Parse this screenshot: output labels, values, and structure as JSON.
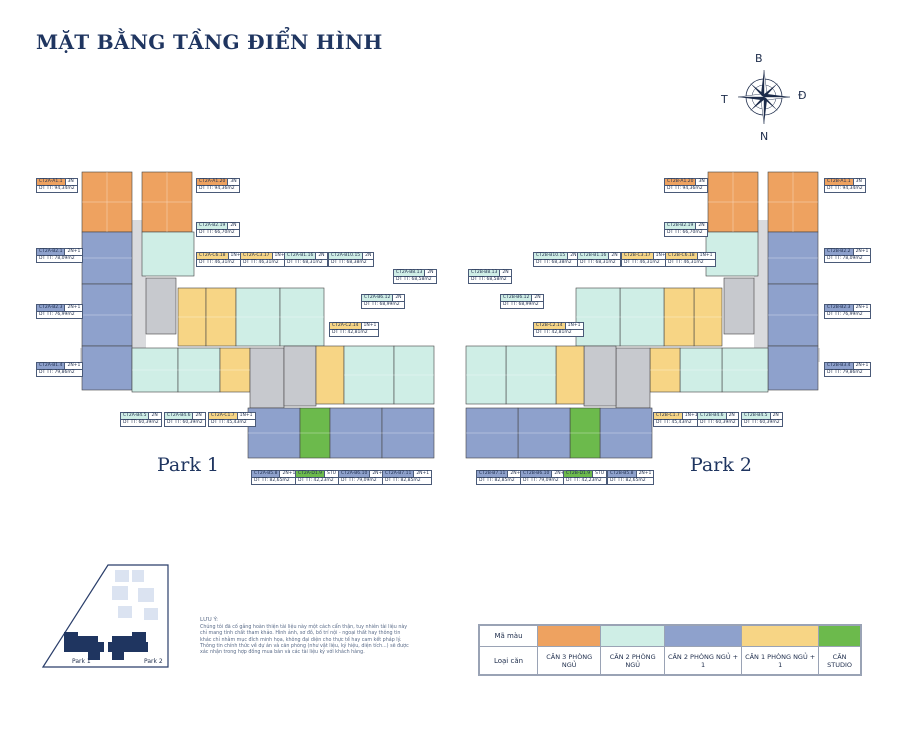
{
  "title": "MẶT BẰNG TẦNG ĐIỂN HÌNH",
  "compass": {
    "north": "B",
    "east": "Đ",
    "west": "T",
    "south": "N"
  },
  "parks": [
    "Park 1",
    "Park 2"
  ],
  "colors": {
    "orange": "#eea260",
    "mint": "#cfeee6",
    "blue": "#8ea1cc",
    "yellow": "#f7d585",
    "green": "#6cba4c",
    "core": "#c7c9ce",
    "corridor": "#d9dadd"
  },
  "park1_tags": [
    {
      "code": "CT2A-A1.1",
      "type": "3N",
      "area": "DT TT: 94,34m2",
      "color": "orange"
    },
    {
      "code": "CT2A-A1.20",
      "type": "3N",
      "area": "DT TT: 94,36m2",
      "color": "orange"
    },
    {
      "code": "CT2A-B2.19",
      "type": "2N",
      "area": "DT TT: 66,70m2",
      "color": "mint"
    },
    {
      "code": "CT2A-B2.1",
      "type": "2N+1",
      "area": "DT TT: 78,09m2",
      "color": "blue"
    },
    {
      "code": "CT2A-C6.18",
      "type": "1N+1",
      "area": "DT TT: 46,31m2",
      "color": "yellow"
    },
    {
      "code": "CT2A-C3.17",
      "type": "1N+1",
      "area": "DT TT: 46,31m2",
      "color": "yellow"
    },
    {
      "code": "CT2A-B1.16",
      "type": "2N",
      "area": "DT TT: 68,31m2",
      "color": "mint"
    },
    {
      "code": "CT2A-B10.15",
      "type": "2N",
      "area": "DT TT: 68,38m2",
      "color": "mint"
    },
    {
      "code": "CT2A-B8.13",
      "type": "2N",
      "area": "DT TT: 68,58m2",
      "color": "mint"
    },
    {
      "code": "CT2A-B6.12",
      "type": "2N",
      "area": "DT TT: 68,99m2",
      "color": "mint"
    },
    {
      "code": "CT2A-B2.3",
      "type": "2N+1",
      "area": "DT TT: 76,99m2",
      "color": "blue"
    },
    {
      "code": "CT2A-C2.14",
      "type": "1N+1",
      "area": "DT TT: 42,81m2",
      "color": "yellow"
    },
    {
      "code": "CT2A-B1.4",
      "type": "2N+1",
      "area": "DT TT: 79,86m2",
      "color": "blue"
    },
    {
      "code": "CT2A-B4.5",
      "type": "2N",
      "area": "DT TT: 60,39m2",
      "color": "mint"
    },
    {
      "code": "CT2A-B4.6",
      "type": "2N",
      "area": "DT TT: 60,39m2",
      "color": "mint"
    },
    {
      "code": "CT2A-C1.7",
      "type": "1N+1",
      "area": "DT TT: 45,43m2",
      "color": "yellow"
    },
    {
      "code": "CT2A-B5.8",
      "type": "2N+1",
      "area": "DT TT: 82,65m2",
      "color": "blue"
    },
    {
      "code": "CT2A-D1.9",
      "type": "STU",
      "area": "DT TT: 42,23m2",
      "color": "green"
    },
    {
      "code": "CT2A-B6.10",
      "type": "2N+1",
      "area": "DT TT: 79,09m2",
      "color": "blue"
    },
    {
      "code": "CT2A-B7.11",
      "type": "2N+1",
      "area": "DT TT: 82,85m2",
      "color": "blue"
    }
  ],
  "park2_tags": [
    {
      "code": "CT2B-A1.20",
      "type": "3N",
      "area": "DT TT: 94,36m2",
      "color": "orange"
    },
    {
      "code": "CT2B-A1.1",
      "type": "3N",
      "area": "DT TT: 94,34m2",
      "color": "orange"
    },
    {
      "code": "CT2B-B2.19",
      "type": "2N",
      "area": "DT TT: 66,70m2",
      "color": "mint"
    },
    {
      "code": "CT2B-B2.2",
      "type": "2N+1",
      "area": "DT TT: 78,09m2",
      "color": "blue"
    },
    {
      "code": "CT2B-B10.15",
      "type": "2N",
      "area": "DT TT: 68,38m2",
      "color": "mint"
    },
    {
      "code": "CT2B-B1.16",
      "type": "2N",
      "area": "DT TT: 68,31m2",
      "color": "mint"
    },
    {
      "code": "CT2B-C3.17",
      "type": "1N+1",
      "area": "DT TT: 46,31m2",
      "color": "yellow"
    },
    {
      "code": "CT2B-C6.18",
      "type": "1N+1",
      "area": "DT TT: 46,31m2",
      "color": "yellow"
    },
    {
      "code": "CT2B-B8.13",
      "type": "2N",
      "area": "DT TT: 68,58m2",
      "color": "mint"
    },
    {
      "code": "CT2B-B6.12",
      "type": "2N",
      "area": "DT TT: 68,99m2",
      "color": "mint"
    },
    {
      "code": "CT2B-B2.3",
      "type": "2N+1",
      "area": "DT TT: 76,99m2",
      "color": "blue"
    },
    {
      "code": "CT2B-C2.14",
      "type": "1N+1",
      "area": "DT TT: 42,81m2",
      "color": "yellow"
    },
    {
      "code": "CT2B-B3.4",
      "type": "2N+1",
      "area": "DT TT: 79,86m2",
      "color": "blue"
    },
    {
      "code": "CT2B-C1.7",
      "type": "1N+1",
      "area": "DT TT: 45,43m2",
      "color": "yellow"
    },
    {
      "code": "CT2B-B4.6",
      "type": "2N",
      "area": "DT TT: 60,39m2",
      "color": "mint"
    },
    {
      "code": "CT2B-B4.5",
      "type": "2N",
      "area": "DT TT: 60,39m2",
      "color": "mint"
    },
    {
      "code": "CT2B-B7.11",
      "type": "2N+1",
      "area": "DT TT: 82,85m2",
      "color": "blue"
    },
    {
      "code": "CT2B-B6.10",
      "type": "2N+1",
      "area": "DT TT: 79,09m2",
      "color": "blue"
    },
    {
      "code": "CT2B-D1.9",
      "type": "STU",
      "area": "DT TT: 42,23m2",
      "color": "green"
    },
    {
      "code": "CT2B-B5.8",
      "type": "2N+1",
      "area": "DT TT: 82,65m2",
      "color": "blue"
    }
  ],
  "note": {
    "title": "LƯU Ý:",
    "text": "Chúng tôi đã cố gắng hoàn thiện tài liệu này một cách cẩn thận, tuy nhiên tài liệu này chỉ mang tính chất tham khảo. Hình ảnh, sơ đồ, bố trí nội - ngoại thất hay thông tin khác chỉ nhằm mục đích minh họa, không đại diện cho thực tế hay cam kết pháp lý. Thông tin chính thức về dự án và căn phòng (như vật liệu, ký hiệu, diện tích...) sẽ được xác nhận trong hợp đồng mua bán và các tài liệu ký với khách hàng."
  },
  "minimap": {
    "left_label": "Park 1",
    "right_label": "Park 2"
  },
  "legend": {
    "row1_label": "Mã màu",
    "row2_label": "Loại căn",
    "items": [
      {
        "label": "CĂN 3 PHÒNG NGỦ",
        "color": "#eea260"
      },
      {
        "label": "CĂN 2 PHÒNG NGỦ",
        "color": "#cfeee6"
      },
      {
        "label": "CĂN 2 PHÒNG NGỦ + 1",
        "color": "#8ea1cc"
      },
      {
        "label": "CĂN 1 PHÒNG NGỦ + 1",
        "color": "#f7d585"
      },
      {
        "label": "CĂN STUDIO",
        "color": "#6cba4c"
      }
    ]
  }
}
